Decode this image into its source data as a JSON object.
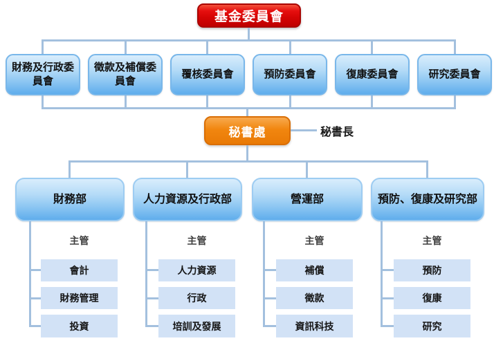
{
  "chart": {
    "root": {
      "label": "基金委員會"
    },
    "committees": [
      {
        "label": "財務及行政委員會"
      },
      {
        "label": "徵款及補償委員會"
      },
      {
        "label": "覆核委員會"
      },
      {
        "label": "預防委員會"
      },
      {
        "label": "復康委員會"
      },
      {
        "label": "研究委員會"
      }
    ],
    "secretariat": {
      "label": "秘書處",
      "head_label": "秘書長"
    },
    "departments": [
      {
        "label": "財務部",
        "manager_label": "主管",
        "units": [
          "會計",
          "財務管理",
          "投資"
        ]
      },
      {
        "label": "人力資源及行政部",
        "manager_label": "主管",
        "units": [
          "人力資源",
          "行政",
          "培訓及發展"
        ]
      },
      {
        "label": "營運部",
        "manager_label": "主管",
        "units": [
          "補償",
          "徵款",
          "資訊科技"
        ]
      },
      {
        "label": "預防、復康及研究部",
        "manager_label": "主管",
        "units": [
          "預防",
          "復康",
          "研究"
        ]
      }
    ],
    "colors": {
      "root_box": "#d40404",
      "committee_box": "#8cc6f2",
      "secretariat_box": "#f1860f",
      "unit_box": "#d2e2f6",
      "connector": "#a3c0de"
    }
  }
}
